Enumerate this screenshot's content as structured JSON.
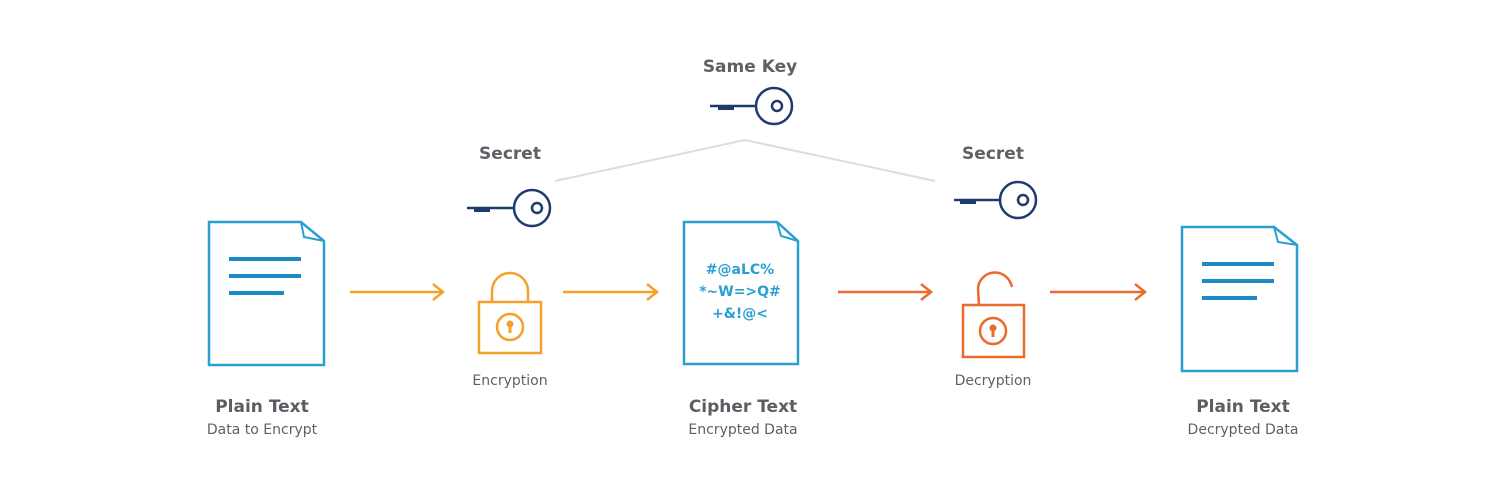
{
  "colors": {
    "document": "#2a9fd2",
    "document_lines": "#1b8ac7",
    "key": "#1f3a6e",
    "encrypt": "#f5a02a",
    "decrypt": "#ec6a2c",
    "connector": "#dcdcdc",
    "text": "#5a5e62"
  },
  "same_key": {
    "label": "Same Key",
    "icon": "key-icon"
  },
  "encryption": {
    "key_label": "Secret",
    "key_icon": "key-icon",
    "lock_icon": "lock-closed-icon",
    "label": "Encryption"
  },
  "decryption": {
    "key_label": "Secret",
    "key_icon": "key-icon",
    "lock_icon": "lock-open-icon",
    "label": "Decryption"
  },
  "documents": [
    {
      "title": "Plain Text",
      "subtitle": "Data to Encrypt",
      "icon": "document-icon"
    },
    {
      "title": "Cipher Text",
      "subtitle": "Encrypted Data",
      "icon": "cipher-document-icon",
      "cipher_lines": [
        "#@aLC%",
        "*~W=>Q#",
        "+&!@<"
      ]
    },
    {
      "title": "Plain Text",
      "subtitle": "Decrypted Data",
      "icon": "document-icon"
    }
  ]
}
